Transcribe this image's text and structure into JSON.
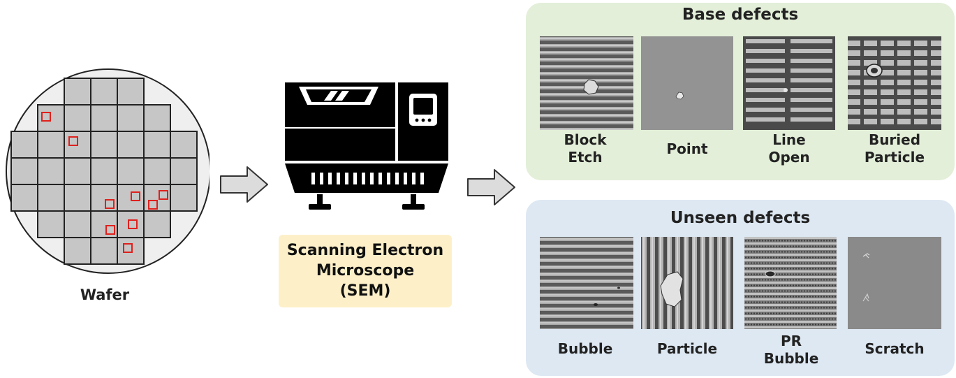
{
  "wafer": {
    "label": "Wafer"
  },
  "sem": {
    "line1": "Scanning Electron",
    "line2": "Microscope",
    "line3": "(SEM)"
  },
  "base": {
    "title": "Base defects",
    "items": [
      {
        "line1": "Block",
        "line2": "Etch"
      },
      {
        "line1": "Point",
        "line2": ""
      },
      {
        "line1": "Line",
        "line2": "Open"
      },
      {
        "line1": "Buried",
        "line2": "Particle"
      }
    ]
  },
  "unseen": {
    "title": "Unseen defects",
    "items": [
      {
        "line1": "Bubble",
        "line2": ""
      },
      {
        "line1": "Particle",
        "line2": ""
      },
      {
        "line1": "PR",
        "line2": "Bubble"
      },
      {
        "line1": "Scratch",
        "line2": ""
      }
    ]
  },
  "colors": {
    "base_panel": "#e3efd9",
    "unseen_panel": "#dde8f3",
    "sem_box": "#fdf0c9",
    "die_fill": "#c6c6c6",
    "defect_marker": "#e0201c"
  }
}
